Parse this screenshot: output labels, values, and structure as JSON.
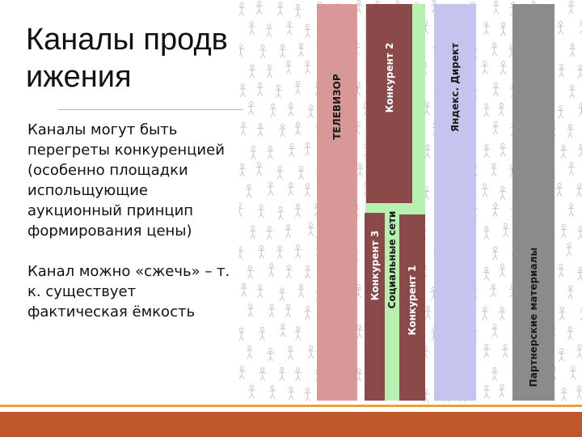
{
  "slide": {
    "title": "Каналы продвижения",
    "paragraphs": [
      "Каналы могут быть перегреты конкуренцией (особенно площадки испольщующие аукционный принцип формирования цены)",
      "Канал можно «сжечь» – т. к. существует фактическая ёмкость"
    ]
  },
  "diagram": {
    "columns": [
      {
        "key": "tv",
        "label": "ТЕЛЕВИЗОР",
        "color": "#d99898"
      },
      {
        "key": "c2",
        "label": "Конкурент 2",
        "color": "#8a4a4a"
      },
      {
        "key": "social",
        "label": "Социальные сети",
        "color": "#b7f0b0"
      },
      {
        "key": "c3",
        "label": "Конкурент 3",
        "color": "#8a4a4a"
      },
      {
        "key": "c1",
        "label": "Конкурент 1",
        "color": "#8a4a4a"
      },
      {
        "key": "yandex",
        "label": "Яндекс. Директ",
        "color": "#c4c4ee"
      },
      {
        "key": "partner",
        "label": "Партнерские материалы",
        "color": "#8c8a8a"
      }
    ]
  },
  "colors": {
    "footer": "#c0572c",
    "footer_line": "#e7a33b"
  }
}
